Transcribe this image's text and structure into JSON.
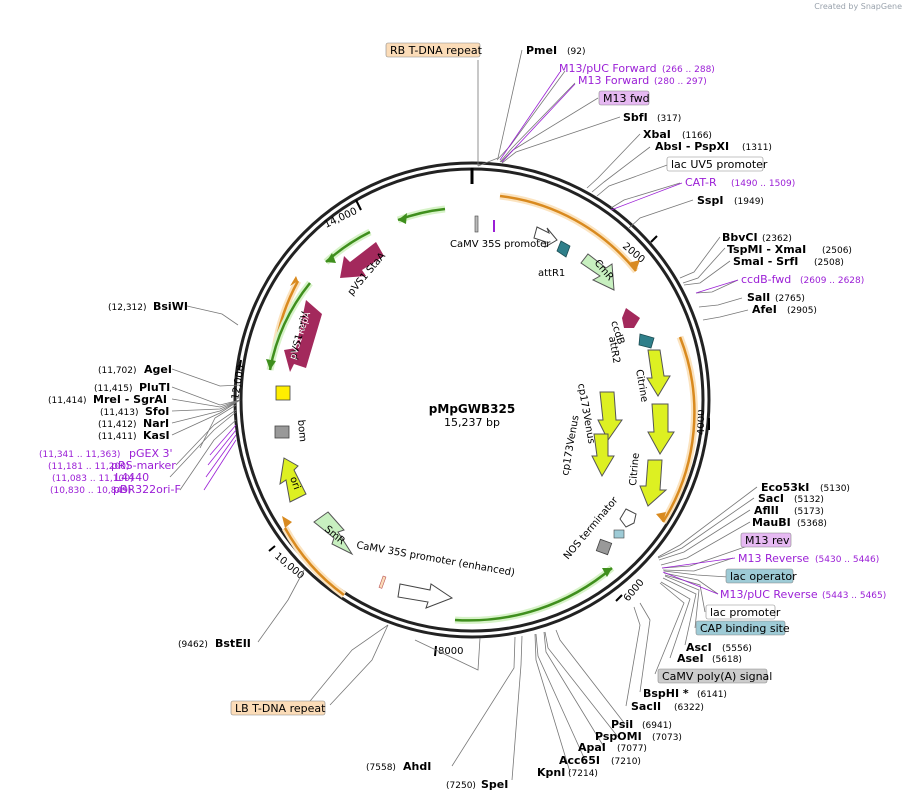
{
  "credit": "Created by SnapGene",
  "plasmid": {
    "name": "pMpGWB325",
    "length": "15,237 bp"
  },
  "ticks": [
    "2000",
    "4000",
    "6000",
    "8000",
    "10,000",
    "12,000",
    "14,000"
  ],
  "sites_right": [
    {
      "name": "PmeI",
      "pos": "(92)"
    },
    {
      "name": "SbfI",
      "pos": "(317)"
    },
    {
      "name": "XbaI",
      "pos": "(1166)"
    },
    {
      "name": "AbsI  -  PspXI",
      "pos": "(1311)"
    },
    {
      "name": "SspI",
      "pos": "(1949)"
    },
    {
      "name": "BbvCI",
      "pos": "(2362)"
    },
    {
      "name": "TspMI  -  XmaI",
      "pos": "(2506)"
    },
    {
      "name": "SmaI  -  SrfI",
      "pos": "(2508)"
    },
    {
      "name": "SalI",
      "pos": "(2765)"
    },
    {
      "name": "AfeI",
      "pos": "(2905)"
    },
    {
      "name": "Eco53kI",
      "pos": "(5130)"
    },
    {
      "name": "SacI",
      "pos": "(5132)"
    },
    {
      "name": "AflII",
      "pos": "(5173)"
    },
    {
      "name": "MauBI",
      "pos": "(5368)"
    },
    {
      "name": "AscI",
      "pos": "(5556)"
    },
    {
      "name": "AseI",
      "pos": "(5618)"
    },
    {
      "name": "BspHI *",
      "pos": "(6141)"
    },
    {
      "name": "SacII",
      "pos": "(6322)"
    },
    {
      "name": "PsiI",
      "pos": "(6941)"
    },
    {
      "name": "PspOMI",
      "pos": "(7073)"
    },
    {
      "name": "ApaI",
      "pos": "(7077)"
    },
    {
      "name": "Acc65I",
      "pos": "(7210)"
    },
    {
      "name": "KpnI",
      "pos": "(7214)"
    }
  ],
  "sites_left": [
    {
      "name": "SpeI",
      "pos": "(7250)"
    },
    {
      "name": "AhdI",
      "pos": "(7558)"
    },
    {
      "name": "BstEII",
      "pos": "(9462)"
    },
    {
      "name": "BsiWI",
      "pos": "(12,312)"
    },
    {
      "name": "AgeI",
      "pos": "(11,702)"
    },
    {
      "name": "PluTI",
      "pos": "(11,415)"
    },
    {
      "name": "MreI  -  SgrAI",
      "pos": "(11,414)"
    },
    {
      "name": "SfoI",
      "pos": "(11,413)"
    },
    {
      "name": "NarI",
      "pos": "(11,412)"
    },
    {
      "name": "KasI",
      "pos": "(11,411)"
    }
  ],
  "primers": [
    {
      "name": "M13/pUC Forward",
      "pos": "(266 .. 288)"
    },
    {
      "name": "M13 Forward",
      "pos": "(280 .. 297)"
    },
    {
      "name": "CAT-R",
      "pos": "(1490 .. 1509)"
    },
    {
      "name": "ccdB-fwd",
      "pos": "(2609 .. 2628)"
    },
    {
      "name": "M13 Reverse",
      "pos": "(5430 .. 5446)"
    },
    {
      "name": "M13/pUC Reverse",
      "pos": "(5443 .. 5465)"
    },
    {
      "name": "pGEX 3'",
      "pos": "(11,341 .. 11,363)"
    },
    {
      "name": "pRS-marker",
      "pos": "(11,181 .. 11,200)"
    },
    {
      "name": "L4440",
      "pos": "(11,083 .. 11,100)"
    },
    {
      "name": "pBR322ori-F",
      "pos": "(10,830 .. 10,849)"
    }
  ],
  "boxed": [
    {
      "name": "RB T-DNA repeat",
      "color": "#fbdcb8"
    },
    {
      "name": "M13 fwd",
      "color": "#e6b9f2"
    },
    {
      "name": "lac UV5 promoter",
      "color": "#ffffff"
    },
    {
      "name": "M13 rev",
      "color": "#e6b9f2"
    },
    {
      "name": "lac operator",
      "color": "#9ecbd6"
    },
    {
      "name": "lac promoter",
      "color": "#ffffff"
    },
    {
      "name": "CAP binding site",
      "color": "#9ecbd6"
    },
    {
      "name": "CaMV poly(A) signal",
      "color": "#cccccc"
    },
    {
      "name": "LB T-DNA repeat",
      "color": "#fbdcb8"
    }
  ],
  "features": {
    "camv35s": "CaMV 35S promoter",
    "attR1": "attR1",
    "cmR": "CmR",
    "ccdB": "ccdB",
    "attR2": "attR2",
    "citrine1": "Citrine",
    "citrine2": "Citrine",
    "cp173a": "cp173Venus",
    "cp173b": "cp173Venus",
    "nos": "NOS terminator",
    "camv35s_enh": "CaMV 35S promoter (enhanced)",
    "smR": "SmR",
    "ori": "ori",
    "bom": "bom",
    "pvs1ori": "pVS1 oriV",
    "repA": "pVS1 RepA",
    "staA": "pVS1 StaA"
  },
  "colors": {
    "backbone": "#222222",
    "primer": "#9b1fd6",
    "orange_arc": "#d98a1f",
    "green_arc": "#3f8f1d",
    "maroon": "#a3295c",
    "yellow_green": "#ddf022",
    "teal": "#2f7f8a",
    "light_green": "#c8f0c0"
  }
}
